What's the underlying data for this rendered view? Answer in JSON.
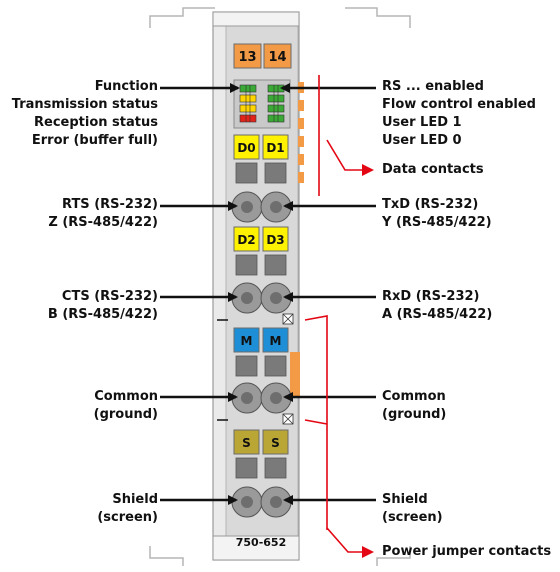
{
  "colors": {
    "module_body": "#e6e6e6",
    "module_outline": "#9a9a9a",
    "bracket": "#b5b5b5",
    "arrow_black": "#111111",
    "arrow_red": "#e30613",
    "orange": "#f39a46",
    "yellow": "#fff200",
    "blue": "#1e8fd6",
    "olive": "#b9a634",
    "slot_gray": "#7a7a7a",
    "led_red": "#e2231a",
    "led_yellow": "#ffd400",
    "led_green": "#3aa935"
  },
  "module": {
    "top_labels": [
      "13",
      "14"
    ],
    "terminal_group_1": [
      "D0",
      "D1"
    ],
    "terminal_group_2": [
      "D2",
      "D3"
    ],
    "terminal_group_3": [
      "M",
      "M"
    ],
    "terminal_group_4": [
      "S",
      "S"
    ],
    "part_number": "750-652"
  },
  "left_labels": {
    "status_group": [
      "Function",
      "Transmission status",
      "Reception status",
      "Error (buffer full)"
    ],
    "rts": [
      "RTS (RS-232)",
      "Z (RS-485/422)"
    ],
    "cts": [
      "CTS (RS-232)",
      "B (RS-485/422)"
    ],
    "common": [
      "Common",
      "(ground)"
    ],
    "shield": [
      "Shield",
      "(screen)"
    ]
  },
  "right_labels": {
    "led_group": [
      "RS ... enabled",
      "Flow control enabled",
      "User LED 1",
      "User LED 0"
    ],
    "data_contacts": "Data contacts",
    "txd": [
      "TxD (RS-232)",
      "Y (RS-485/422)"
    ],
    "rxd": [
      "RxD (RS-232)",
      "A (RS-485/422)"
    ],
    "common": [
      "Common",
      "(ground)"
    ],
    "shield": [
      "Shield",
      "(screen)"
    ],
    "power_jumper": "Power jumper contacts"
  }
}
